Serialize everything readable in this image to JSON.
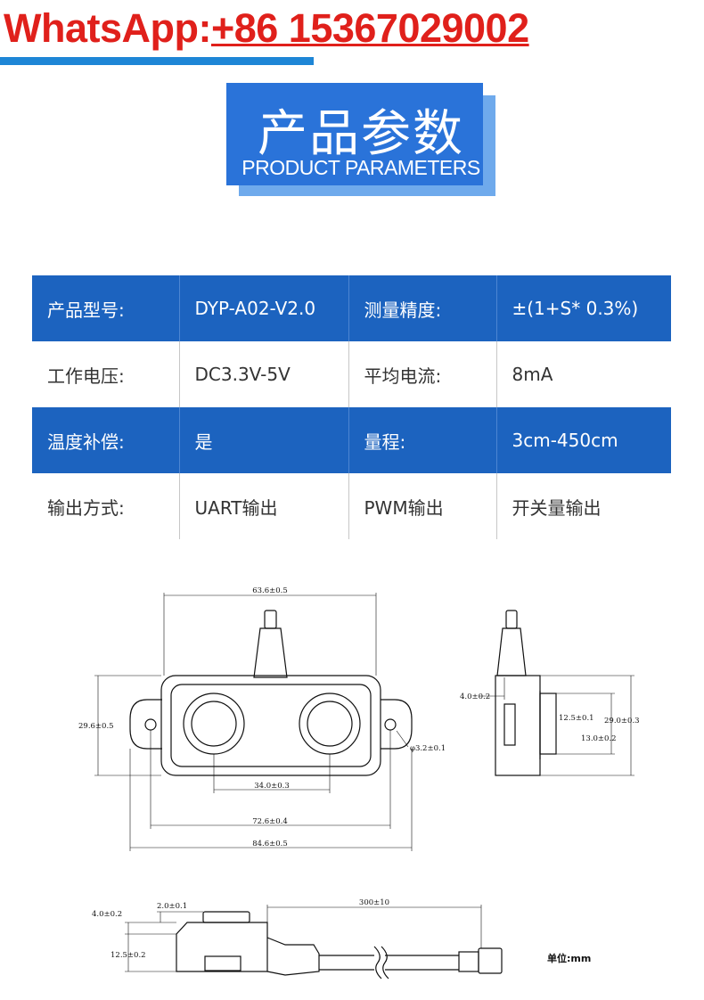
{
  "banner": {
    "whatsapp_label": "WhatsApp:",
    "phone": "+86 15367029002",
    "text_color": "#e0201b",
    "line_color": "#1e86d6"
  },
  "title": {
    "cn": "产品参数",
    "en": "PRODUCT PARAMETERS",
    "color": "#2a73d9"
  },
  "params": {
    "row_color": "#1c63bf",
    "rows": [
      {
        "k1": "产品型号:",
        "v1": "DYP-A02-V2.0",
        "k2": "测量精度:",
        "v2": "±(1+S* 0.3%)"
      },
      {
        "k1": "工作电压:",
        "v1": "DC3.3V-5V",
        "k2": "平均电流:",
        "v2": "8mA"
      },
      {
        "k1": "温度补偿:",
        "v1": "是",
        "k2": "量程:",
        "v2": "3cm-450cm"
      },
      {
        "k1": "输出方式:",
        "v1": "UART输出",
        "k2": "PWM输出",
        "v2": "开关量输出"
      }
    ]
  },
  "drawing": {
    "front": {
      "width_top": "63.6±0.5",
      "height_left": "29.6±0.5",
      "hole_dia": "φ3.2±0.1",
      "sensor_spacing": "34.0±0.3",
      "hole_spacing": "72.6±0.4",
      "total_width": "84.6±0.5"
    },
    "side": {
      "thickness": "4.0±0.2",
      "inner_a": "12.5±0.1",
      "inner_b": "13.0±0.2",
      "height": "29.0±0.3"
    },
    "bottom": {
      "flange": "4.0±0.2",
      "step": "2.0±0.1",
      "cable_length": "300±10",
      "body_height": "12.5±0.2",
      "unit": "单位:mm"
    }
  }
}
